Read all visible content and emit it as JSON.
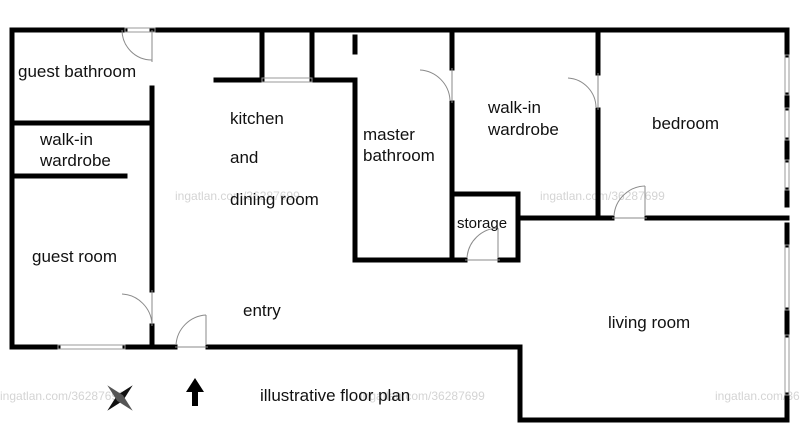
{
  "rooms": {
    "guest_bathroom": "guest bathroom",
    "walk_in_wardrobe_left_1": "walk-in",
    "walk_in_wardrobe_left_2": "wardrobe",
    "guest_room": "guest room",
    "kitchen_1": "kitchen",
    "kitchen_2": "and",
    "kitchen_3": "dining room",
    "master_bathroom_1": "master",
    "master_bathroom_2": "bathroom",
    "walk_in_wardrobe_right_1": "walk-in",
    "walk_in_wardrobe_right_2": "wardrobe",
    "bedroom": "bedroom",
    "storage": "storage",
    "entry": "entry",
    "living_room": "living room"
  },
  "caption": "illustrative floor plan",
  "watermark": "ingatlan.com/36287699",
  "icons": {
    "compass": "compass-rose-icon",
    "north_arrow": "up-arrow-icon"
  }
}
